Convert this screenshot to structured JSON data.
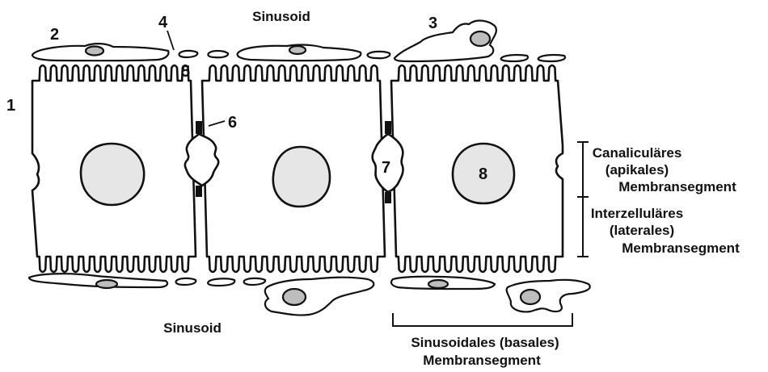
{
  "labels": {
    "sinusoid_top": "Sinusoid",
    "sinusoid_bottom": "Sinusoid",
    "num_1": "1",
    "num_2": "2",
    "num_3": "3",
    "num_4": "4",
    "num_5": "5",
    "num_6": "6",
    "num_7": "7",
    "num_8": "8"
  },
  "legend": {
    "canalicular": [
      "Canaliculäres",
      "(apikales)",
      "Membransegment"
    ],
    "interzellular": [
      "Interzelluläres",
      "(laterales)",
      "Membransegment"
    ],
    "sinusoidal": [
      "Sinusoidales (basales)",
      "Membransegment"
    ]
  },
  "colors": {
    "line": "#111111",
    "nucleus_fill": "#e6e6e6",
    "organelle_fill": "#bdbdbd",
    "junction": "#111111"
  }
}
